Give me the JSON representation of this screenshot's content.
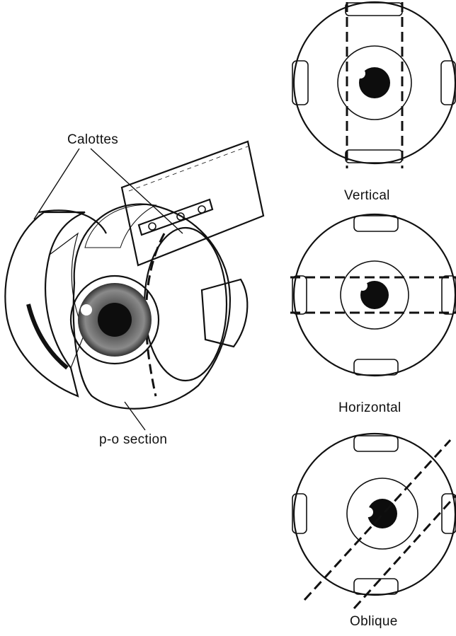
{
  "labels": {
    "calottes": "Calottes",
    "po_section": "p-o section",
    "vertical": "Vertical",
    "horizontal": "Horizontal",
    "oblique": "Oblique"
  },
  "colors": {
    "ink": "#111111",
    "paper": "#ffffff",
    "iris_shade": "#9a9a9a",
    "stipple": "#c8c8c8"
  },
  "icons": [
    "razor-blade-icon",
    "eyeball-icon",
    "muscle-stump-icon"
  ]
}
